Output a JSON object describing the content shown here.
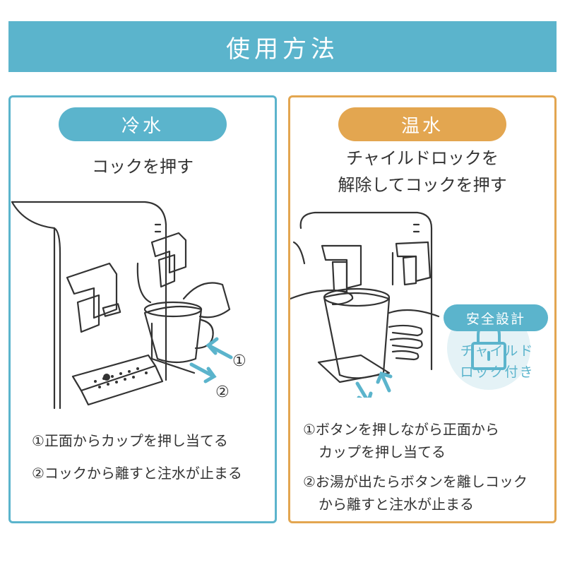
{
  "header": {
    "title": "使用方法"
  },
  "cold": {
    "label": "冷水",
    "subtitle": "コックを押す",
    "marker1": "①",
    "marker2": "②",
    "steps": [
      "①正面からカップを押し当てる",
      "②コックから離すと注水が止まる"
    ]
  },
  "hot": {
    "label": "温水",
    "subtitle_line1": "チャイルドロックを",
    "subtitle_line2": "解除してコックを押す",
    "safety_label": "安全設計",
    "child_lock_line1": "チャイルド",
    "child_lock_line2": "ロック付き",
    "steps": [
      {
        "line1": "①ボタンを押しながら正面から",
        "line2": "カップを押し当てる"
      },
      {
        "line1": "②お湯が出たらボタンを離しコック",
        "line2": "から離すと注水が止まる"
      }
    ]
  },
  "colors": {
    "cold_accent": "#5bb4cc",
    "hot_accent": "#e3a650",
    "badge_bg": "#e4f2f6"
  },
  "icons": [
    "lock-icon",
    "arrow-push-icon",
    "arrow-release-icon"
  ]
}
